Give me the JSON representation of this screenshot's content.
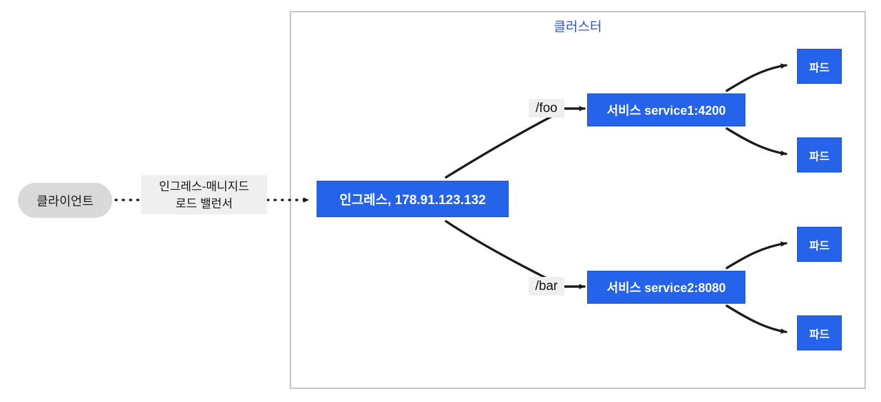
{
  "diagram": {
    "title": "Kubernetes Ingress fanout diagram",
    "cluster": {
      "label": "클러스터",
      "border_color": "#c4c4c4",
      "title_color": "#2b57c4"
    },
    "client": {
      "label": "클라이언트",
      "fill_color": "#d9d9d9"
    },
    "load_balancer_label": {
      "line1": "인그레스-매니지드",
      "line2": "로드 밸런서",
      "background": "#efefef"
    },
    "ingress": {
      "label": "인그레스, 178.91.123.132",
      "ip": "178.91.123.132",
      "fill_color": "#2563eb",
      "text_color": "#ffffff"
    },
    "routes": [
      {
        "path": "/foo",
        "service_label": "서비스 service1:4200",
        "service_name": "service1",
        "port": "4200"
      },
      {
        "path": "/bar",
        "service_label": "서비스 service2:8080",
        "service_name": "service2",
        "port": "8080"
      }
    ],
    "pods": [
      {
        "label": "파드"
      },
      {
        "label": "파드"
      },
      {
        "label": "파드"
      },
      {
        "label": "파드"
      }
    ],
    "edges": {
      "client_to_ingress_style": "dotted",
      "ingress_to_service_style": "solid-curved",
      "service_to_pod_style": "solid-curved",
      "edge_color": "#1a1a1a"
    }
  }
}
